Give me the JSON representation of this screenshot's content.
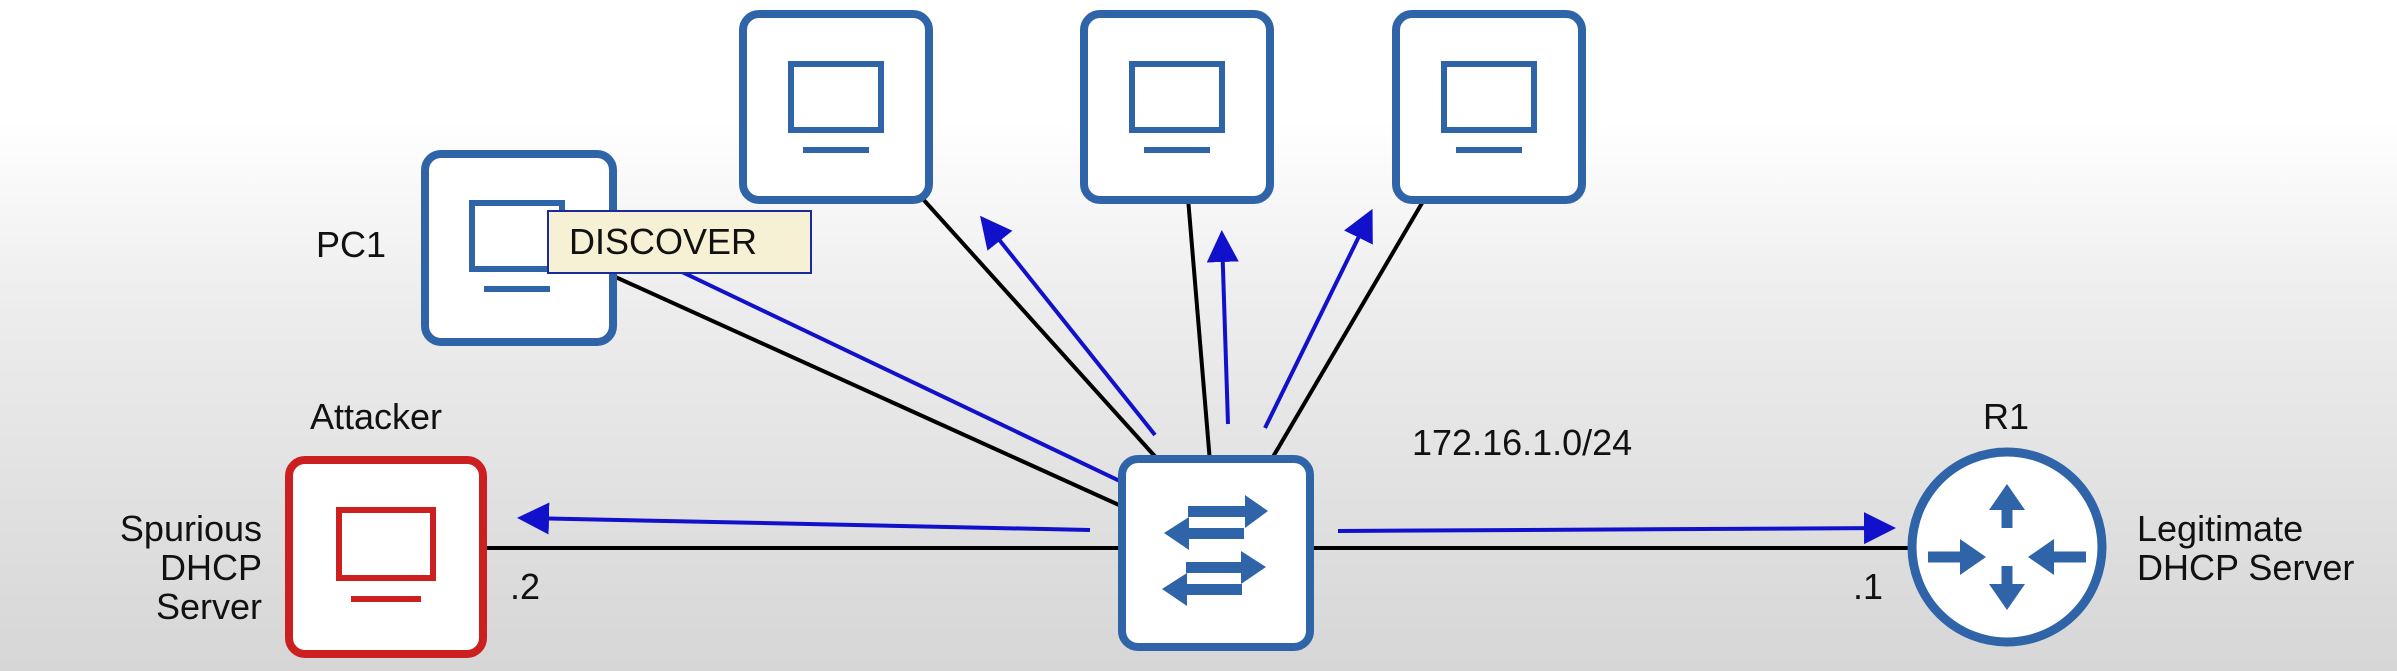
{
  "nodes": {
    "pc1": {
      "label": "PC1",
      "kind": "pc"
    },
    "attacker": {
      "label": "Attacker",
      "role": "Spurious\nDHCP Server",
      "kind": "pc",
      "color": "#cc1f1f"
    },
    "r1": {
      "label": "R1",
      "role": "Legitimate\nDHCP Server",
      "kind": "router"
    },
    "top_pcs": [
      {
        "kind": "pc"
      },
      {
        "kind": "pc"
      },
      {
        "kind": "pc"
      }
    ],
    "switch": {
      "kind": "switch"
    }
  },
  "message": "DISCOVER",
  "subnet": "172.16.1.0/24",
  "interfaces": {
    "attacker": ".2",
    "r1": ".1"
  },
  "colors": {
    "device_blue": "#2f64a8",
    "attacker_red": "#cc1f1f",
    "arrow_blue": "#1111cc",
    "link_black": "#000000"
  },
  "icons": [
    "monitor-icon",
    "switch-arrows-icon",
    "router-arrows-icon"
  ]
}
